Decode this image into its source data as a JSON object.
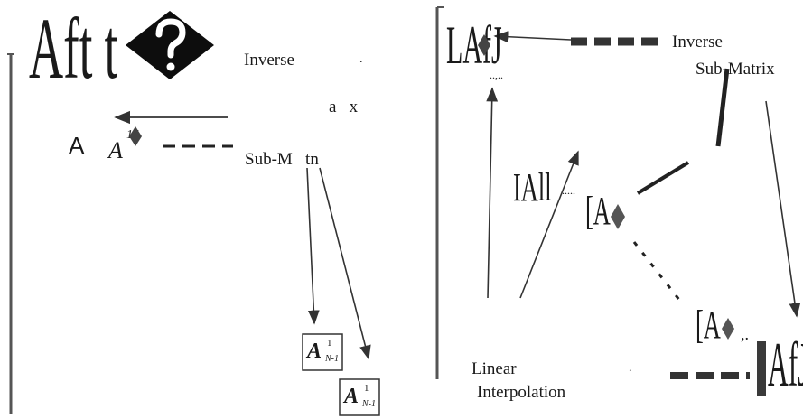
{
  "left": {
    "big_label": "Aft t",
    "inverse_label": "Inverse",
    "dot": ".",
    "matrix_fragment": "a   x",
    "a_label": "A",
    "a_sub_label": "A",
    "a_sub_index": "1J",
    "sub_matrix_label": "Sub-M   tn",
    "bracket_1_main": "A",
    "bracket_1_sup": "1",
    "bracket_1_sub": "N-1",
    "bracket_2_main": "A",
    "bracket_2_sup": "1",
    "bracket_2_sub": "N-1"
  },
  "right": {
    "top_label": "LAfJ",
    "dots_small": "..,..",
    "inverse_label": "Inverse",
    "sub_matrix_label": "Sub-Matrix",
    "mid_label": "IAll",
    "mid_dots": ".....",
    "bracket_a": "[A",
    "bracket_dots": ",.",
    "bracket_a2": "[A",
    "bottom_right_label": "AfJ",
    "linear_label": "Linear",
    "interpolation_label": "Interpolation",
    "dot": "."
  },
  "colors": {
    "ink": "#1a1a1a",
    "dark_bar": "#3a3a3a",
    "arrow": "#333333"
  }
}
